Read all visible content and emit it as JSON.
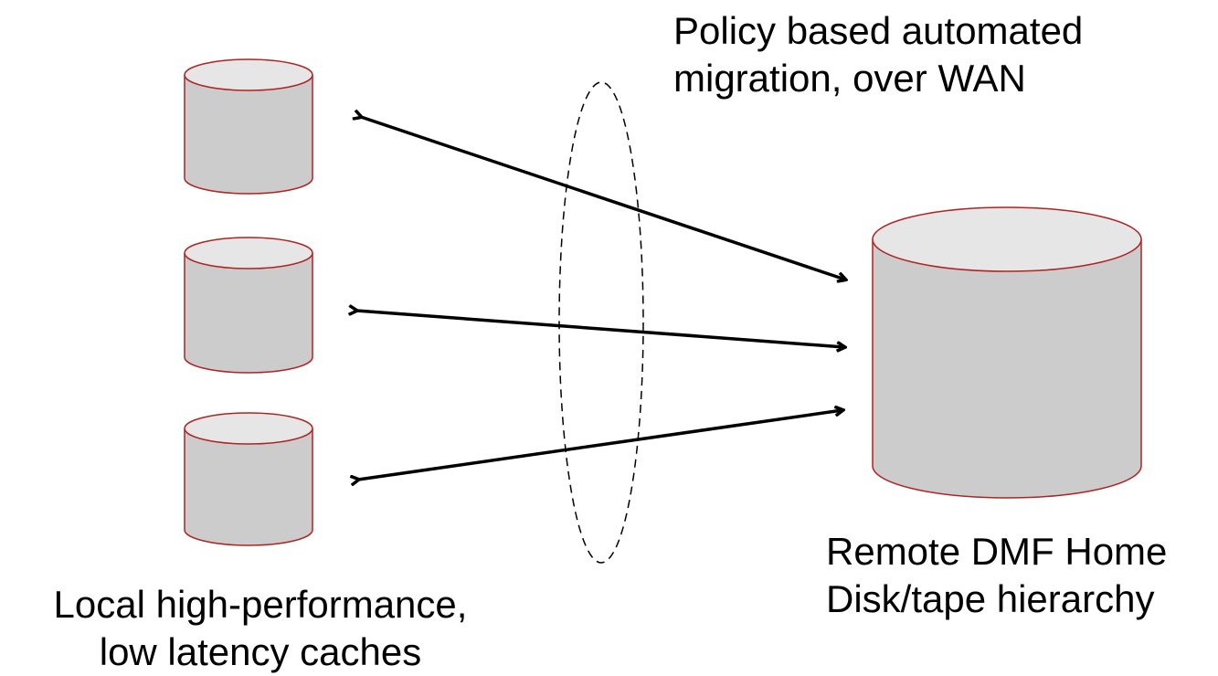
{
  "labels": {
    "policy_line1": "Policy based automated",
    "policy_line2": "migration, over WAN",
    "remote_line1": "Remote DMF Home",
    "remote_line2": "Disk/tape hierarchy",
    "local_line1": "Local high-performance,",
    "local_line2": "low latency caches"
  },
  "colors": {
    "cylinder_fill": "#cccccc",
    "cylinder_top": "#e6e6e6",
    "cylinder_stroke": "#b22222",
    "arrow": "#000000",
    "dashed_ellipse": "#000000"
  }
}
